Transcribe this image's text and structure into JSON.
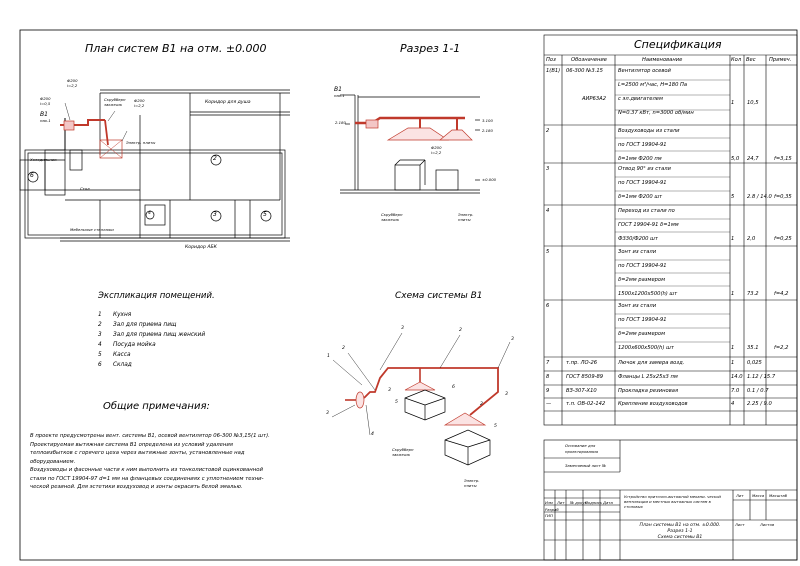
{
  "plan": {
    "title": "План систем В1 на отм. ±0.000",
    "labels": {
      "phi200_a": "Ф200",
      "i_a": "i=2,2",
      "phi200_b": "Ф200",
      "i_b": "i=0,5",
      "b1": "В1",
      "pax1": "пах.1",
      "skrubber": "Скрубберн",
      "zakazchik": "заказчик",
      "phi200_c": "Ф200",
      "i_c": "i=2,2",
      "koridor_dusha": "Коридор для душа",
      "kholodilnik": "Холодильник",
      "stol": "Стол",
      "mebelnye": "Мебельные стеллажи",
      "koridor_abk": "Коридор АБК",
      "room2": "2",
      "room3": "3",
      "room5": "5",
      "room6": "6",
      "room4": "4",
      "electro": "Электр. плиты"
    }
  },
  "section": {
    "title": "Разрез 1-1",
    "labels": {
      "b1": "В1",
      "pax1": "пах.1",
      "h2180": "2.180",
      "h3100": "3.100",
      "h2180r": "2.180",
      "h0000": "±0.000",
      "phi200": "Ф200",
      "i": "i=2,2",
      "skrubber": "Скрубберн",
      "zakaz": "заказчик",
      "electro": "Электр.",
      "plity": "плиты"
    }
  },
  "explication": {
    "title": "Экспликация помещений.",
    "items": [
      {
        "n": "1",
        "name": "Кухня"
      },
      {
        "n": "2",
        "name": "Зал для приема пищ"
      },
      {
        "n": "3",
        "name": "Зал для приема пищ женский"
      },
      {
        "n": "4",
        "name": "Посуда мойка"
      },
      {
        "n": "5",
        "name": "Касса"
      },
      {
        "n": "6",
        "name": "Склад"
      }
    ]
  },
  "scheme": {
    "title": "Схема системы В1",
    "labels": [
      "1",
      "2",
      "3",
      "2",
      "3",
      "3",
      "4",
      "5",
      "6",
      "3",
      "2",
      "5",
      "3"
    ],
    "skrubber": "Скрубберн",
    "zakaz": "заказчик",
    "electro": "Электр.",
    "plity": "плиты"
  },
  "notes": {
    "title": "Общие примечания:",
    "lines": [
      "В проекте предусмотрены вент. системы В1, осевой вентилятор 06-300 №3,15(1 шт).",
      "Проектируемая вытяжная система В1 определена из условий удаления",
      "теплоизбытков с горячего цеха через вытяжные зонты, установленные над",
      "оборудованием.",
      "Воздуховоды и фасонные части к ним выполнить из тонколистовой оцинкованной",
      "стали по ГОСТ 19904-97 d=1 мм на фланцевых соединениях с уплотнением техни-",
      "ческой резиной. Для эстетики воздуховод и зонты окрасить белой эмалью."
    ]
  },
  "spec": {
    "title": "Спецификация",
    "headers": [
      "Поз",
      "Обозначение",
      "Наименование",
      "Кол",
      "Вес",
      "Примеч."
    ],
    "rows": [
      {
        "poz": "1(В1)",
        "obozn": "06-300 №3.15",
        "lines": [
          "Вентилятор осевой",
          "L=2500 м³/час, H=180 Па",
          "с эл.двигателем",
          "N=0.37 кВт, n=3000 об/мин"
        ],
        "obozn2": "АИР63А2",
        "kol": "1",
        "ves": "10,5",
        "prim": ""
      },
      {
        "poz": "2",
        "obozn": "",
        "lines": [
          "Воздуховоды из стали",
          "по ГОСТ 19904-91",
          "δ=1мм Ф200    пм"
        ],
        "kol": "5,0",
        "ves": "24,7",
        "prim": "f=3,15"
      },
      {
        "poz": "3",
        "obozn": "",
        "lines": [
          "Отвод 90° из стали",
          "по ГОСТ 19904-91",
          "δ=1мм Ф200    шт"
        ],
        "kol": "5",
        "ves": "2.8 / 14.0",
        "prim": "f=0,35"
      },
      {
        "poz": "4",
        "obozn": "",
        "lines": [
          "Переход из стали по",
          "ГОСТ 19904-91 δ=1мм",
          "Ф330/Ф200    шт"
        ],
        "kol": "1",
        "ves": "2,0",
        "prim": "f=0,25"
      },
      {
        "poz": "5",
        "obozn": "",
        "lines": [
          "Зонт из стали",
          "по ГОСТ 19904-91",
          "δ=2мм размером",
          "1500x1200x500(h)   шт"
        ],
        "kol": "1",
        "ves": "73.2",
        "prim": "f=4,2"
      },
      {
        "poz": "6",
        "obozn": "",
        "lines": [
          "Зонт из стали",
          "по ГОСТ 19904-91",
          "δ=2мм размером",
          "1200x600x500(h)   шт"
        ],
        "kol": "1",
        "ves": "35.1",
        "prim": "f=2,2"
      },
      {
        "poz": "7",
        "obozn": "т.пр. ЛО-26",
        "lines": [
          "Лючок для замера возд."
        ],
        "kol": "1",
        "ves": "0,025",
        "prim": ""
      },
      {
        "poz": "8",
        "obozn": "ГОСТ 8509-89",
        "lines": [
          "Фланцы L 25х25х3  пм"
        ],
        "kol": "14.0",
        "ves": "1.12 / 15.7",
        "prim": ""
      },
      {
        "poz": "9",
        "obozn": "ВЗ-307-Х10",
        "lines": [
          "Прокладка резиновая"
        ],
        "kol": "7.0",
        "ves": "0.1 / 0.7",
        "prim": ""
      },
      {
        "poz": "—",
        "obozn": "т.п. ОВ-02-142",
        "lines": [
          "Крепление воздуховодов"
        ],
        "kol": "4",
        "ves": "2.25 / 9.0",
        "prim": ""
      }
    ]
  },
  "stamp": {
    "osnovanie": "Основание для",
    "proektirovaniya": "проектирования",
    "zamenen": "Заменяемый лист №",
    "cols": [
      "Изм",
      "Лит",
      "№ докум",
      "Подпись",
      "Дата"
    ],
    "razrab": "Разраб",
    "gip": "ГИП",
    "project": "Устройство приточно-вытяжной механи- ческой вентиляции и местных вытяжных систем в столовых",
    "lit": "Лит",
    "massa": "Масса",
    "masshtab": "Масштаб",
    "list": "Лист",
    "listov": "Листов",
    "sheet_title": [
      "План системы В1 на отм. ±0.000.",
      "Разрез 1-1",
      "Схема системы В1"
    ]
  }
}
